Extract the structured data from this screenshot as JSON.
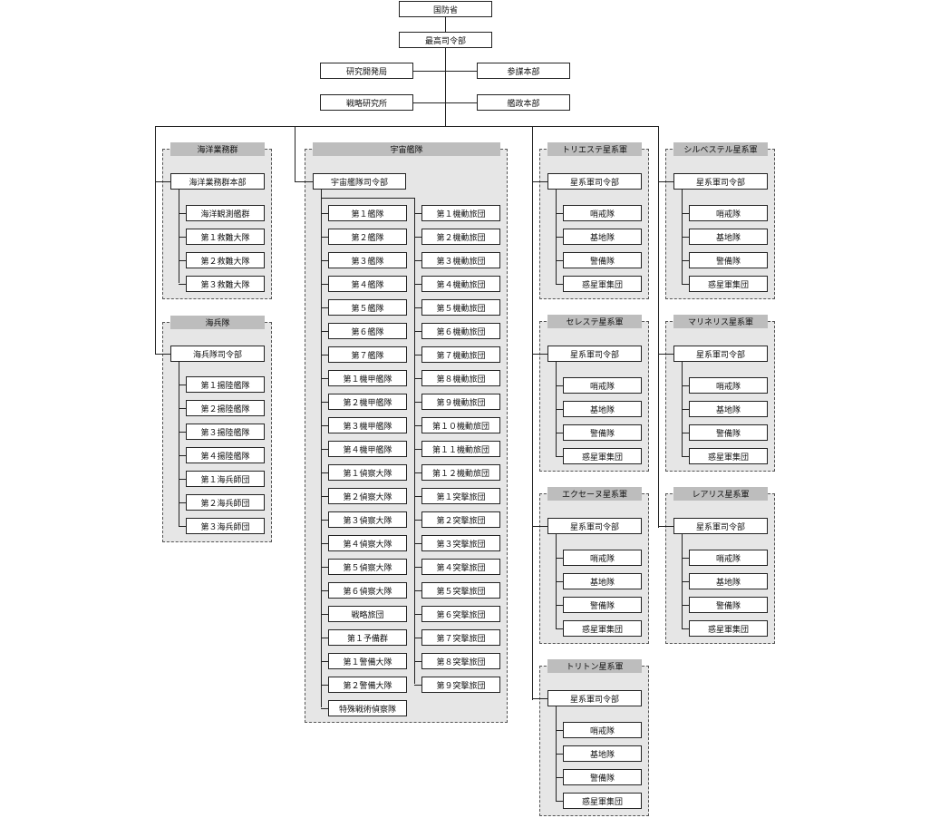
{
  "top": {
    "ministry": "国防省",
    "hq": "最高司令部",
    "left1": "研究開発局",
    "right1": "参謀本部",
    "left2": "戦略研究所",
    "right2": "艦政本部"
  },
  "maritime": {
    "title": "海洋業務群",
    "hq": "海洋業務群本部",
    "units": [
      "海洋観測艦群",
      "第１救難大隊",
      "第２救難大隊",
      "第３救難大隊"
    ]
  },
  "marines": {
    "title": "海兵隊",
    "hq": "海兵隊司令部",
    "units": [
      "第１揚陸艦隊",
      "第２揚陸艦隊",
      "第３揚陸艦隊",
      "第４揚陸艦隊",
      "第１海兵師団",
      "第２海兵師団",
      "第３海兵師団"
    ]
  },
  "space": {
    "title": "宇宙艦隊",
    "hq": "宇宙艦隊司令部",
    "left": [
      "第１艦隊",
      "第２艦隊",
      "第３艦隊",
      "第４艦隊",
      "第５艦隊",
      "第６艦隊",
      "第７艦隊",
      "第１機甲艦隊",
      "第２機甲艦隊",
      "第３機甲艦隊",
      "第４機甲艦隊",
      "第１偵察大隊",
      "第２偵察大隊",
      "第３偵察大隊",
      "第４偵察大隊",
      "第５偵察大隊",
      "第６偵察大隊",
      "戦略旅団",
      "第１予備群",
      "第１警備大隊",
      "第２警備大隊",
      "特殊戦術偵察隊"
    ],
    "right": [
      "第１機動旅団",
      "第２機動旅団",
      "第３機動旅団",
      "第４機動旅団",
      "第５機動旅団",
      "第６機動旅団",
      "第７機動旅団",
      "第８機動旅団",
      "第９機動旅団",
      "第１０機動旅団",
      "第１１機動旅団",
      "第１２機動旅団",
      "第１突撃旅団",
      "第２突撃旅団",
      "第３突撃旅団",
      "第４突撃旅団",
      "第５突撃旅団",
      "第６突撃旅団",
      "第７突撃旅団",
      "第８突撃旅団",
      "第９突撃旅団"
    ]
  },
  "armies": [
    {
      "title": "トリエステ星系軍",
      "hq": "星系軍司令部",
      "units": [
        "哨戒隊",
        "基地隊",
        "警備隊",
        "惑星軍集団"
      ]
    },
    {
      "title": "シルベステル星系軍",
      "hq": "星系軍司令部",
      "units": [
        "哨戒隊",
        "基地隊",
        "警備隊",
        "惑星軍集団"
      ]
    },
    {
      "title": "セレステ星系軍",
      "hq": "星系軍司令部",
      "units": [
        "哨戒隊",
        "基地隊",
        "警備隊",
        "惑星軍集団"
      ]
    },
    {
      "title": "マリネリス星系軍",
      "hq": "星系軍司令部",
      "units": [
        "哨戒隊",
        "基地隊",
        "警備隊",
        "惑星軍集団"
      ]
    },
    {
      "title": "エクセーヌ星系軍",
      "hq": "星系軍司令部",
      "units": [
        "哨戒隊",
        "基地隊",
        "警備隊",
        "惑星軍集団"
      ]
    },
    {
      "title": "レアリス星系軍",
      "hq": "星系軍司令部",
      "units": [
        "哨戒隊",
        "基地隊",
        "警備隊",
        "惑星軍集団"
      ]
    },
    {
      "title": "トリトン星系軍",
      "hq": "星系軍司令部",
      "units": [
        "哨戒隊",
        "基地隊",
        "警備隊",
        "惑星軍集団"
      ]
    }
  ]
}
